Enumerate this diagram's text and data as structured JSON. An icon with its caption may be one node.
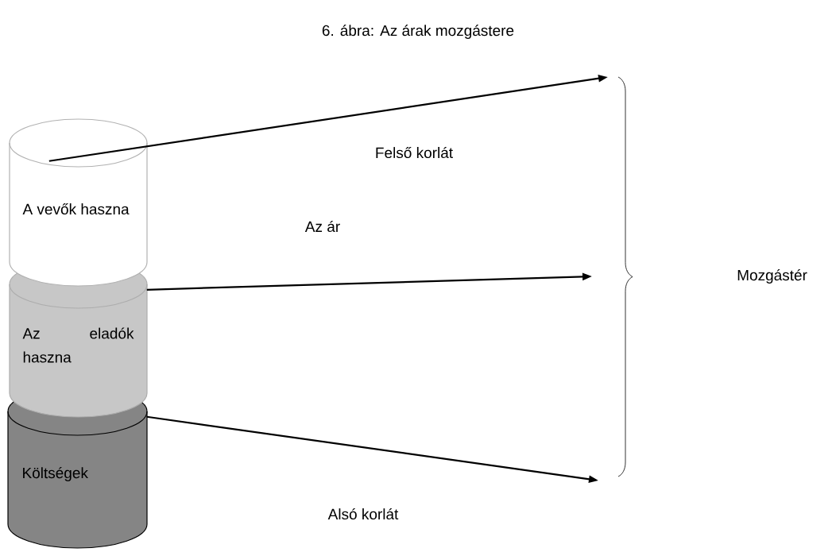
{
  "diagram": {
    "title": "6. ábra: Az árak mozgástere",
    "nodes": [
      {
        "text": [
          "A vevők haszna"
        ]
      },
      {
        "text": [
          "Az eladók haszna"
        ]
      },
      {
        "text": [
          "Költségek"
        ]
      }
    ],
    "edges": [
      {
        "from": 0,
        "to": null,
        "arrow": "to"
      },
      {
        "from": 1,
        "to": null,
        "arrow": "to"
      },
      {
        "from": 2,
        "to": null,
        "arrow": "to"
      }
    ],
    "labels": [
      "Felső korlát",
      "Az ár",
      "Mozgástér",
      "Alsó korlát"
    ]
  }
}
